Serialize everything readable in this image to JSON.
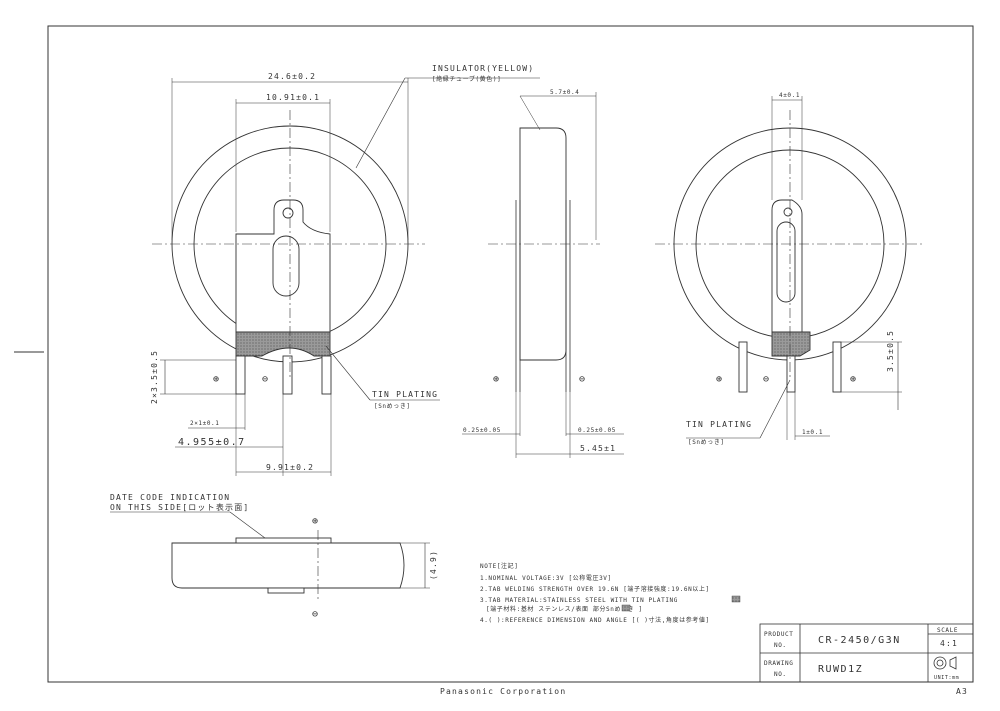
{
  "dims": {
    "overall_width": "24.6±0.2",
    "tab_width": "10.91±0.1",
    "side_width": "5.7±0.4",
    "right_tab": "4±0.1",
    "pin_pitch": "2×3.5±0.5",
    "pin_width": "2×1±0.1",
    "pin_offset": "4.955±0.7",
    "pin_span": "9.91±0.2",
    "thick_left": "0.25±0.05",
    "thick_right": "0.25±0.05",
    "overall_thick": "5.45±1",
    "right_pin_len": "3.5±0.5",
    "right_pin_w": "1±0.1",
    "height_ref": "(4.9)"
  },
  "labels": {
    "insulator_line1": "INSULATOR(YELLOW)",
    "insulator_line2": "[絶縁チューブ(黄色)]",
    "tin_plating": "TIN PLATING",
    "tin_plating_jp": "[Snめっき]",
    "date_code_1": "DATE CODE INDICATION",
    "date_code_2": "ON THIS SIDE[ロット表示面]",
    "plus": "⊕",
    "minus": "⊖"
  },
  "notes": {
    "title": "NOTE[注記]",
    "n1": "1.NOMINAL VOLTAGE:3V [公称電圧3V]",
    "n2": "2.TAB WELDING STRENGTH OVER 19.6N [端子溶接強度:19.6N以上]",
    "n3": "3.TAB MATERIAL:STAINLESS STEEL WITH TIN PLATING",
    "n3b": "[端子材料:基材 ステンレス/表面 部分Snめっき   ]",
    "n4": "4.( ):REFERENCE DIMENSION AND ANGLE [( )寸法,角度は参考値]"
  },
  "title_block": {
    "product_label_1": "PRODUCT",
    "product_label_2": "NO.",
    "product_no": "CR-2450/G3N",
    "drawing_label_1": "DRAWING",
    "drawing_label_2": "NO.",
    "drawing_no": "RUWD1Z",
    "scale_label": "SCALE",
    "scale_value": "4:1",
    "unit_label": "UNIT:mm"
  },
  "footer": {
    "company": "Panasonic Corporation",
    "sheet_size": "A3"
  }
}
